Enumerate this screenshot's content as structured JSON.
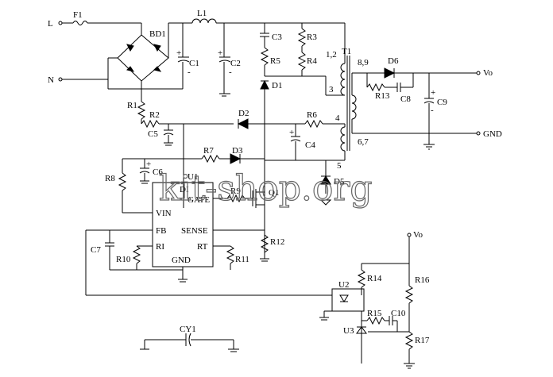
{
  "labels": {
    "L": "L",
    "N": "N",
    "F1": "F1",
    "BD1": "BD1",
    "L1": "L1",
    "C1": "C1",
    "C2": "C2",
    "C3": "C3",
    "R3": "R3",
    "R4": "R4",
    "R5": "R5",
    "D1": "D1",
    "T1": "T1",
    "pin12": "1,2",
    "pin3": "3",
    "pin89": "8,9",
    "pin4": "4",
    "pin5": "5",
    "pin67": "6,7",
    "D6": "D6",
    "R13": "R13",
    "C8": "C8",
    "C9": "C9",
    "Vo": "Vo",
    "GND": "GND",
    "R1": "R1",
    "R2": "R2",
    "C5": "C5",
    "D2": "D2",
    "R6": "R6",
    "C4": "C4",
    "R7": "R7",
    "D3": "D3",
    "D5": "D5",
    "R8": "R8",
    "C6": "C6",
    "U1": "U1",
    "DI": "DI",
    "GATE": "GATE",
    "R9": "R9",
    "Q1": "Q1",
    "VIN": "VIN",
    "FB": "FB",
    "SENSE": "SENSE",
    "RI": "RI",
    "RT": "RT",
    "GND_pin": "GND",
    "C7": "C7",
    "R10": "R10",
    "R11": "R11",
    "R12": "R12",
    "Vo2": "Vo",
    "U2": "U2",
    "R14": "R14",
    "R16": "R16",
    "R15": "R15",
    "C10": "C10",
    "U3": "U3",
    "R17": "R17",
    "CY1": "CY1",
    "plus": "+",
    "minus": "-"
  },
  "watermark": "kit-shop.org"
}
